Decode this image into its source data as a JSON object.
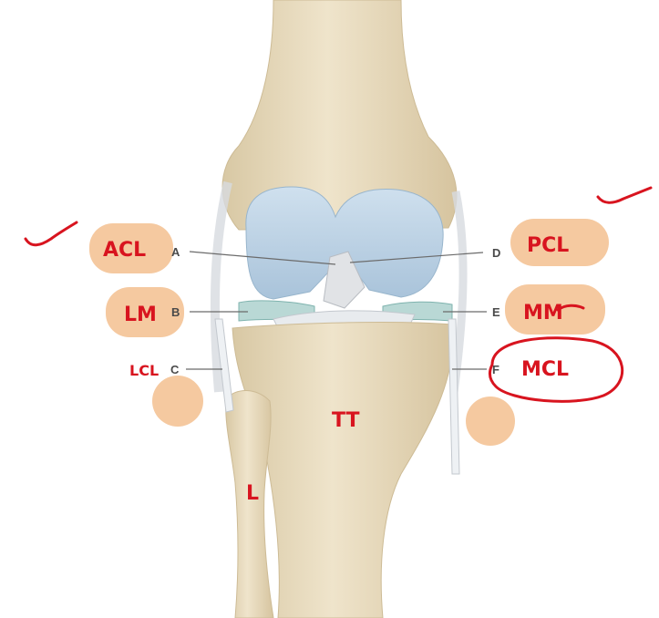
{
  "diagram": {
    "structure_labels": {
      "a": "A",
      "b": "B",
      "c": "C",
      "d": "D",
      "e": "E",
      "f": "F"
    },
    "annotations": {
      "a": "ACL",
      "b": "LM",
      "c": "LCL",
      "d": "PCL",
      "e": "MM",
      "f": "MCL",
      "tibia": "TT",
      "fibula": "L"
    },
    "colors": {
      "bone": "#e6d9bd",
      "cartilage": "#bcd3e6",
      "highlight": "#f3c08f",
      "ink": "#d8141f"
    }
  }
}
